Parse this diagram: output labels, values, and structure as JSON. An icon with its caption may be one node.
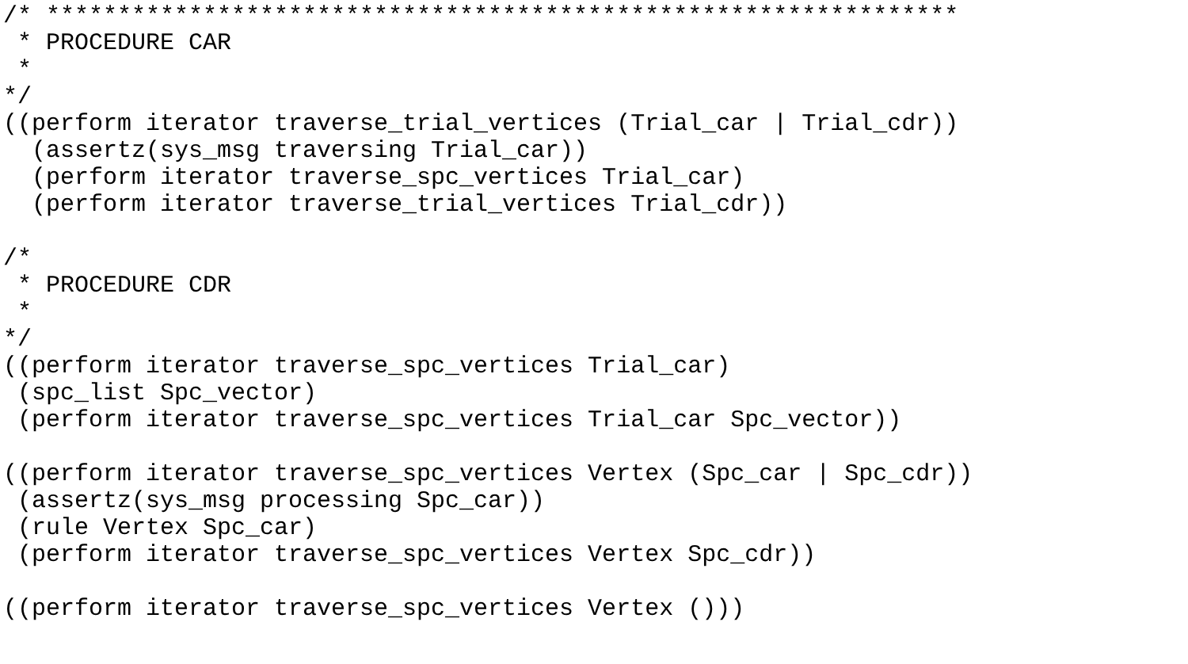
{
  "diagram": {
    "labels": [
      "/* ****************************************************************",
      " * PROCEDURE CAR",
      " *",
      "*/",
      "((perform iterator traverse_trial_vertices (Trial_car | Trial_cdr))",
      "  (assertz(sys_msg traversing Trial_car))",
      "  (perform iterator traverse_spc_vertices Trial_car)",
      "  (perform iterator traverse_trial_vertices Trial_cdr))",
      "/*",
      " * PROCEDURE CDR",
      " *",
      "*/",
      "((perform iterator traverse_spc_vertices Trial_car)",
      " (spc_list Spc_vector)",
      " (perform iterator traverse_spc_vertices Trial_car Spc_vector))",
      "((perform iterator traverse_spc_vertices Vertex (Spc_car | Spc_cdr))",
      " (assertz(sys_msg processing Spc_car))",
      " (rule Vertex Spc_car)",
      " (perform iterator traverse_spc_vertices Vertex Spc_cdr))",
      "((perform iterator traverse_spc_vertices Vertex ()))"
    ]
  }
}
